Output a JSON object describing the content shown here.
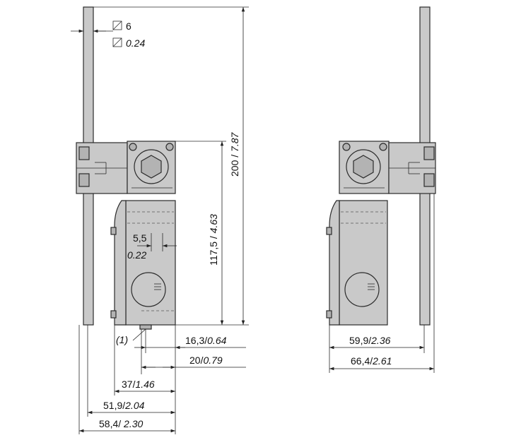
{
  "note": "(1)",
  "section_label": {
    "mm": "6",
    "in": "0.24"
  },
  "dimensions": {
    "total_height": {
      "mm": "200",
      "in": "7.87"
    },
    "body_height": {
      "mm": "117,5",
      "in": "4.63"
    },
    "offset_5_5": {
      "mm": "5,5",
      "in": "0.22"
    },
    "d16_3": {
      "mm": "16,3",
      "in": "0.64"
    },
    "d20": {
      "mm": "20",
      "in": "0.79"
    },
    "d37": {
      "mm": "37",
      "in": "1.46"
    },
    "d51_9": {
      "mm": "51,9",
      "in": "2.04"
    },
    "d58_4": {
      "mm": "58,4",
      "in": "2.30"
    },
    "d59_9": {
      "mm": "59,9",
      "in": "2.36"
    },
    "d66_4": {
      "mm": "66,4",
      "in": "2.61"
    }
  }
}
